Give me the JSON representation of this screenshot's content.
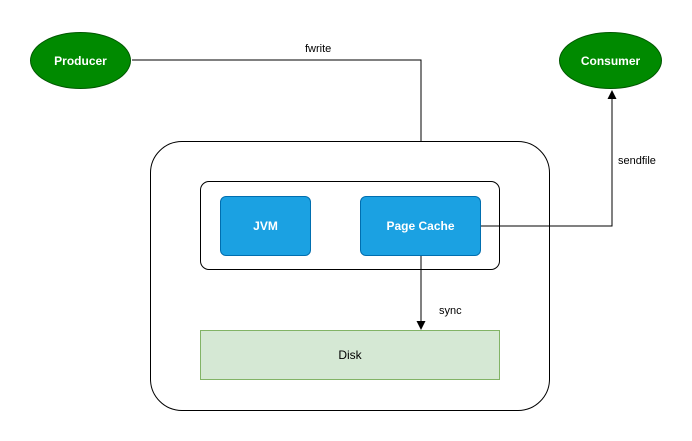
{
  "diagram": {
    "nodes": {
      "producer": "Producer",
      "consumer": "Consumer",
      "jvm": "JVM",
      "page_cache": "Page Cache",
      "disk": "Disk"
    },
    "edges": {
      "fwrite": "fwrite",
      "sendfile": "sendfile",
      "sync": "sync"
    },
    "colors": {
      "ellipse_fill": "#008a00",
      "ellipse_stroke": "#005700",
      "process_fill": "#1ba1e2",
      "process_stroke": "#006eaf",
      "disk_fill": "#d5e8d4",
      "disk_stroke": "#82b366"
    }
  }
}
